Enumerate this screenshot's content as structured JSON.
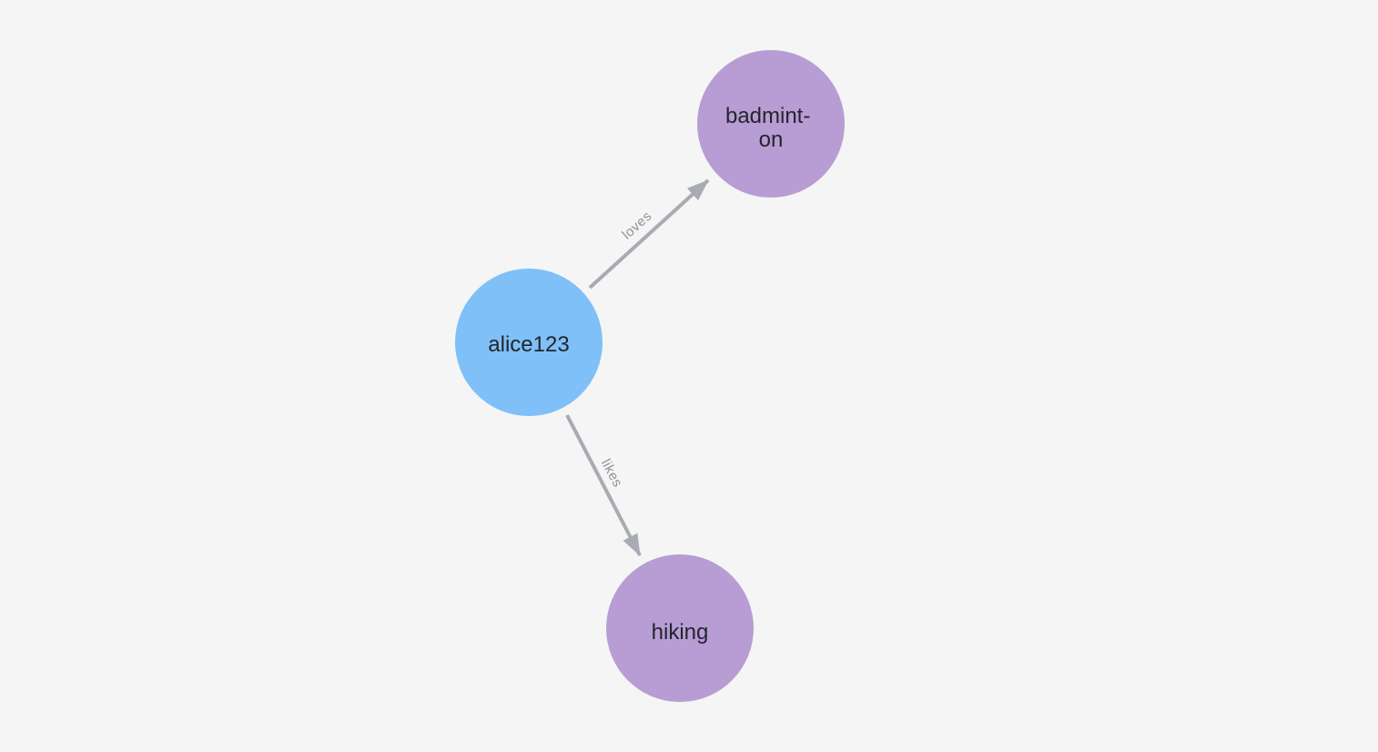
{
  "app": {
    "background": "#f4f5f4"
  },
  "graph": {
    "node_label_color": "#22262b",
    "edge_label_color": "#909399",
    "nodes": [
      {
        "id": "alice123",
        "label": "alice123",
        "lines": [
          "alice123"
        ],
        "color": "#7fc0f8"
      },
      {
        "id": "badminton",
        "label": "badminton",
        "lines": [
          "badmint-",
          "on"
        ],
        "color": "#b89cd4"
      },
      {
        "id": "hiking",
        "label": "hiking",
        "lines": [
          "hiking"
        ],
        "color": "#b89cd4"
      }
    ],
    "edges": [
      {
        "label": "loves",
        "from": "alice123",
        "to": "badminton",
        "color": "#a8abb2"
      },
      {
        "label": "likes",
        "from": "alice123",
        "to": "hiking",
        "color": "#a8abb2"
      }
    ]
  }
}
